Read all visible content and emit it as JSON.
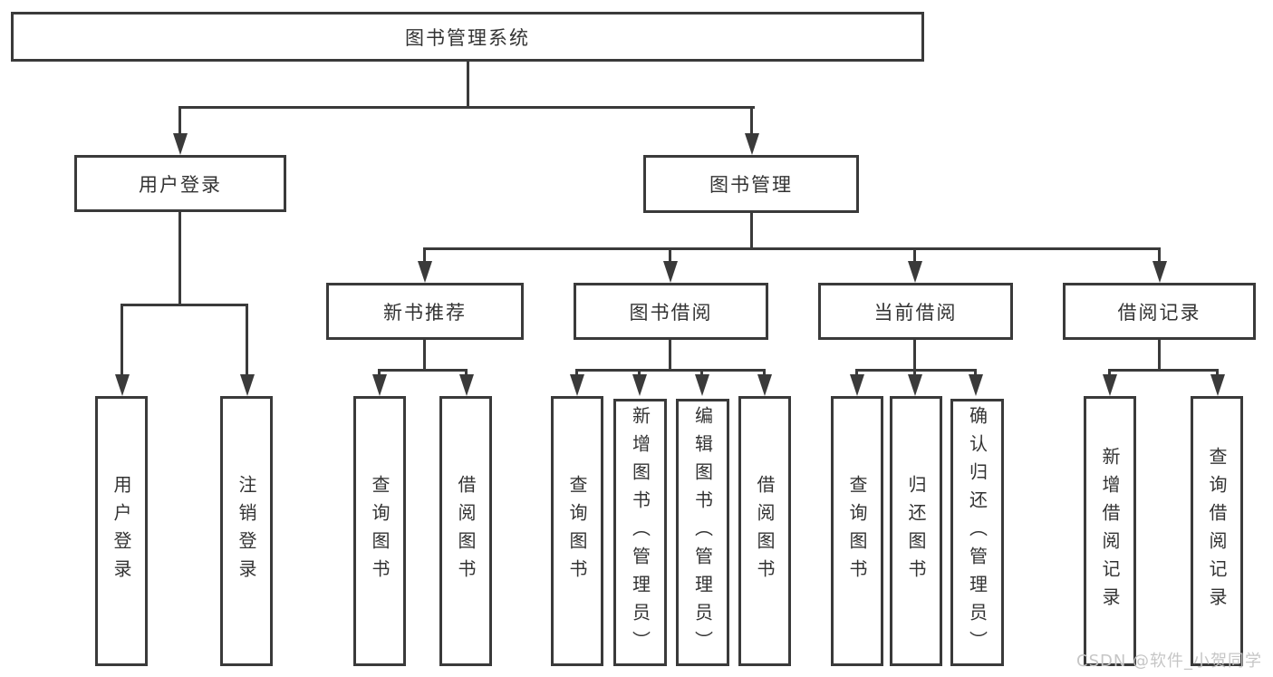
{
  "diagram": {
    "root": {
      "label": "图书管理系统"
    },
    "level2": {
      "user_login": {
        "label": "用户登录"
      },
      "book_mgmt": {
        "label": "图书管理"
      }
    },
    "level3": {
      "new_books": {
        "label": "新书推荐"
      },
      "borrow": {
        "label": "图书借阅"
      },
      "current": {
        "label": "当前借阅"
      },
      "records": {
        "label": "借阅记录"
      }
    },
    "leaves": {
      "login": {
        "label": "用户登录"
      },
      "logout": {
        "label": "注销登录"
      },
      "nb_search": {
        "label": "查询图书"
      },
      "nb_borrow": {
        "label": "借阅图书"
      },
      "bb_search": {
        "label": "查询图书"
      },
      "bb_add": {
        "label": "新增图书（管理员）"
      },
      "bb_edit": {
        "label": "编辑图书（管理员）"
      },
      "bb_borrow": {
        "label": "借阅图书"
      },
      "cb_search": {
        "label": "查询图书"
      },
      "cb_return": {
        "label": "归还图书"
      },
      "cb_confirm": {
        "label": "确认归还（管理员）"
      },
      "rec_add": {
        "label": "新增借阅记录"
      },
      "rec_search": {
        "label": "查询借阅记录"
      }
    }
  },
  "watermark": {
    "text": "CSDN @软件_小贺同学"
  },
  "colors": {
    "line": "#3a3a3a",
    "text": "#333333",
    "watermark": "#c6c6c6",
    "background": "#ffffff"
  }
}
